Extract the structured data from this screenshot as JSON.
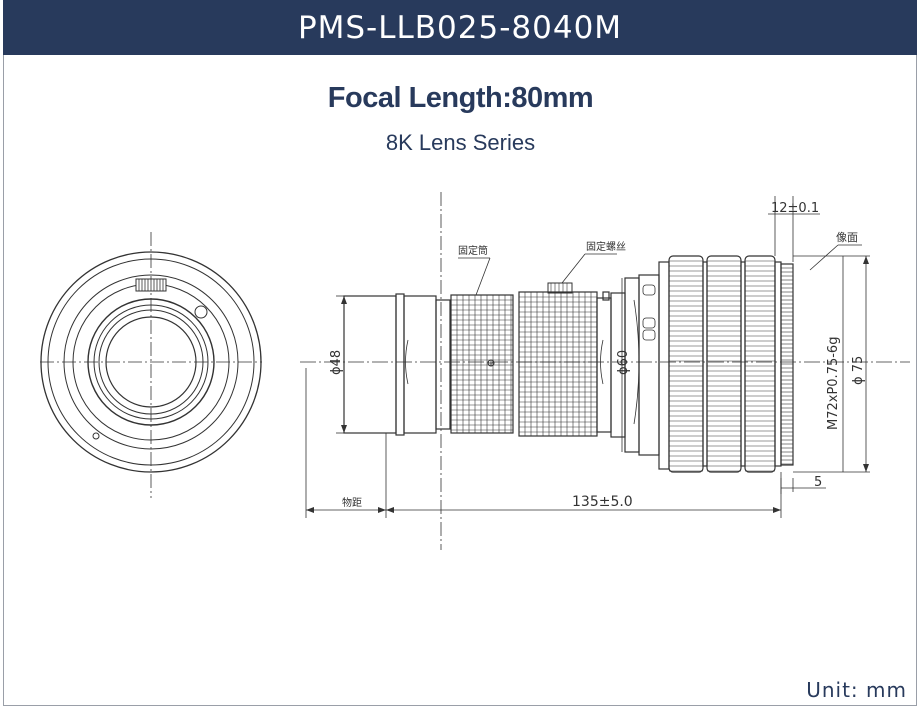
{
  "header": {
    "model": "PMS-LLB025-8040M"
  },
  "title": "Focal Length:80mm",
  "subtitle": "8K Lens Series",
  "dimensions": {
    "flange_thickness": "12±0.1",
    "image_plane": "像面",
    "fixing_sleeve": "固定筒",
    "fixing_screw": "固定螺丝",
    "diameter_48": "ϕ48",
    "diameter_60": "ϕ60",
    "thread": "M72xP0.75-6g",
    "diameter_75": "ϕ 75",
    "thread_depth": "5",
    "object_distance": "物距",
    "length": "135±5.0"
  },
  "unit": "Unit:  mm",
  "colors": {
    "header_bg": "#283a5c",
    "text": "#283a5c",
    "line": "#333333"
  }
}
